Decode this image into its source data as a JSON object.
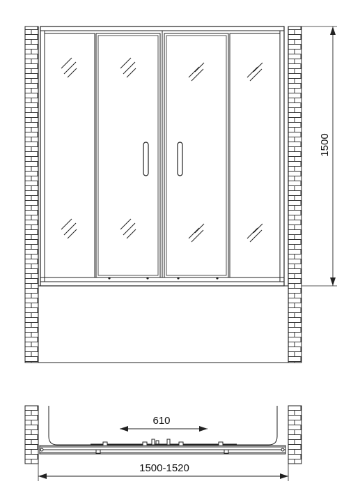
{
  "dimensions": {
    "height": "1500",
    "width": "1500-1520",
    "door_opening": "610"
  },
  "panels": [
    {
      "role": "fixed-left"
    },
    {
      "role": "sliding-left"
    },
    {
      "role": "sliding-right"
    },
    {
      "role": "fixed-right"
    }
  ],
  "colors": {
    "line": "#222222",
    "brick_fill": "#ffffff"
  }
}
